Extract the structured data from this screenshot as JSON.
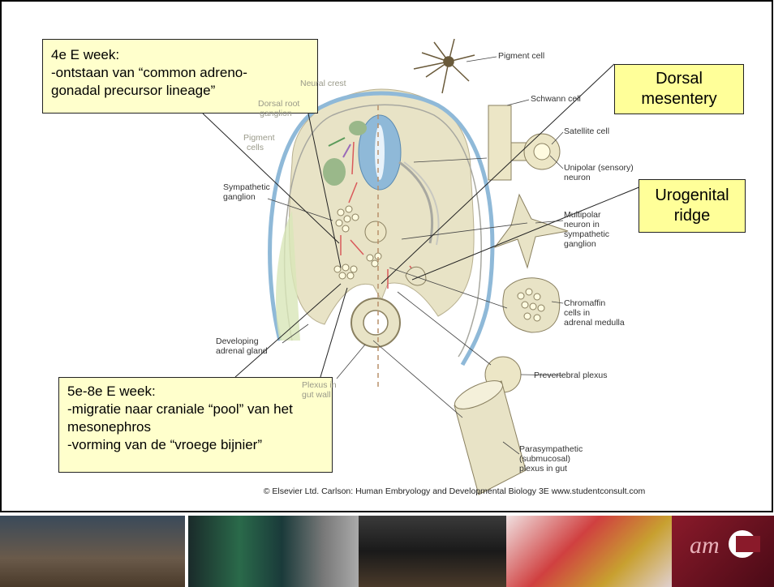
{
  "callouts": {
    "top_left": {
      "lines": [
        "4e E week:",
        "-ontstaan van “common adreno-",
        "gonadal precursor lineage”"
      ]
    },
    "bottom_left": {
      "lines": [
        "5e-8e E week:",
        "-migratie naar craniale “pool” van het",
        "mesonephros",
        "-vorming van de “vroege bijnier”"
      ]
    },
    "dorsal": {
      "lines": [
        "Dorsal",
        "mesentery"
      ]
    },
    "urogenital": {
      "lines": [
        "Urogenital",
        "ridge"
      ]
    }
  },
  "labels": {
    "neural_crest": "Neural crest",
    "dorsal_root_ganglion_1": "Dorsal root",
    "dorsal_root_ganglion_2": "ganglion",
    "pigment_cells_1": "Pigment",
    "pigment_cells_2": "cells",
    "sympathetic_ganglion_1": "Sympathetic",
    "sympathetic_ganglion_2": "ganglion",
    "developing_adrenal_1": "Developing",
    "developing_adrenal_2": "adrenal gland",
    "plexus_gut_1": "Plexus in",
    "plexus_gut_2": "gut wall",
    "pigment_cell": "Pigment cell",
    "schwann_cell": "Schwann cell",
    "satellite_cell": "Satellite cell",
    "unipolar_1": "Unipolar (sensory)",
    "unipolar_2": "neuron",
    "multipolar_1": "Multipolar",
    "multipolar_2": "neuron in",
    "multipolar_3": "sympathetic",
    "multipolar_4": "ganglion",
    "chromaffin_1": "Chromaffin",
    "chromaffin_2": "cells in",
    "chromaffin_3": "adrenal medulla",
    "prevertebral": "Prevertebral plexus",
    "parasympathetic_1": "Parasympathetic",
    "parasympathetic_2": "(submucosal)",
    "parasympathetic_3": "plexus in gut"
  },
  "copyright": "© Elsevier Ltd. Carlson: Human Embryology and Developmental Biology 3E www.studentconsult.com",
  "logo": {
    "text": "am"
  },
  "colors": {
    "callout_fill": "#ffffcc",
    "callout_fill_small": "#ffff99",
    "embryo_fill": "#e8e3c6",
    "ectoderm_blue": "#8fb9d8",
    "arrow_red": "#d9595a",
    "logo_bg": "#8a1a2a"
  }
}
